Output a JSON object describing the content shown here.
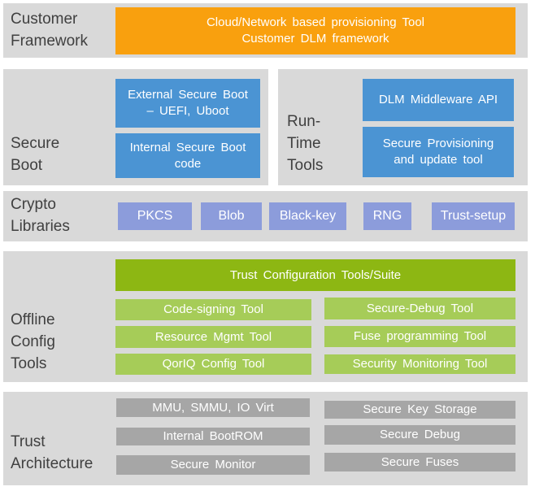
{
  "palette": {
    "band_bg": "#D9D9D9",
    "label_text": "#404040",
    "orange": "#F9A00E",
    "blue": "#4B94D3",
    "periwinkle": "#8C9CDB",
    "green_dark": "#8DB713",
    "green_light": "#A6CC58",
    "gray_box": "#A6A6A6",
    "box_text": "#FFFFFF",
    "page_bg": "#FFFFFF"
  },
  "rows": {
    "customer_framework": {
      "label": [
        "Customer",
        "Framework"
      ],
      "box": [
        "Cloud/Network based provisioning Tool",
        "Customer DLM framework"
      ]
    },
    "secure_boot": {
      "label": [
        "Secure",
        "Boot"
      ],
      "boxes": [
        {
          "lines": [
            "External Secure Boot",
            "– UEFI, Uboot"
          ]
        },
        {
          "lines": [
            "Internal Secure Boot",
            "code"
          ]
        }
      ]
    },
    "run_time_tools": {
      "label": [
        "Run-",
        "Time",
        "Tools"
      ],
      "boxes": [
        {
          "lines": [
            "DLM Middleware API"
          ]
        },
        {
          "lines": [
            "Secure Provisioning",
            "and update tool"
          ]
        }
      ]
    },
    "crypto_libraries": {
      "label": [
        "Crypto",
        "Libraries"
      ],
      "boxes": [
        "PKCS",
        "Blob",
        "Black-key",
        "RNG",
        "Trust-setup"
      ]
    },
    "offline_config_tools": {
      "label": [
        "Offline",
        "Config",
        "Tools"
      ],
      "header_box": "Trust Configuration Tools/Suite",
      "left_boxes": [
        "Code-signing Tool",
        "Resource Mgmt Tool",
        "QorIQ Config Tool"
      ],
      "right_boxes": [
        "Secure-Debug Tool",
        "Fuse programming Tool",
        "Security Monitoring Tool"
      ]
    },
    "trust_architecture": {
      "label": [
        "Trust",
        "Architecture"
      ],
      "left_boxes": [
        "MMU, SMMU, IO Virt",
        "Internal BootROM",
        "Secure Monitor"
      ],
      "right_boxes": [
        "Secure Key Storage",
        "Secure Debug",
        "Secure Fuses"
      ]
    }
  }
}
